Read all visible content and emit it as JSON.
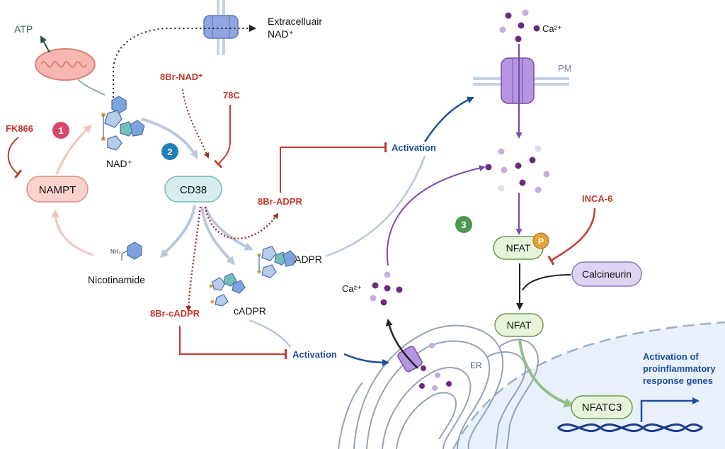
{
  "labels": {
    "atp": "ATP",
    "extracellular_line1": "Extracelluair",
    "extracellular_line2": "NAD⁺",
    "ca_top": "Ca²⁺",
    "pm": "PM",
    "inhib_8br_nad": "8Br-NAD⁺",
    "inhib_78c": "78C",
    "fk866": "FK866",
    "nad": "NAD⁺",
    "nampt": "NAMPT",
    "cd38": "CD38",
    "inhib_8br_adpr": "8Br-ADPR",
    "activation_top": "Activation",
    "inca6": "INCA-6",
    "nicotinamide": "Nicotinamide",
    "nh2": "NH₂",
    "adpr": "ADPR",
    "ca_left": "Ca²⁺",
    "nfat_p": "NFAT",
    "phospho": "P",
    "calcineurin": "Calcineurin",
    "inhib_8br_cadpr": "8Br-cADPR",
    "cadpr": "cADPR",
    "activation_bottom": "Activation",
    "er": "ER",
    "nfat": "NFAT",
    "nfatc3": "NFATC3",
    "genes_line1": "Activation of",
    "genes_line2": "proinflammatory",
    "genes_line3": "response genes"
  },
  "steps": {
    "one": "1",
    "two": "2",
    "three": "3"
  },
  "colors": {
    "inhibitor_red": "#c23a2e",
    "activation_blue": "#1f4e9e",
    "step1": "#d9476a",
    "step2": "#1f7fb6",
    "step3": "#4b9a4f",
    "calcium_purple": "#6a2c7e",
    "nfat_green": "#e6f5da",
    "cd38_teal": "#d6eeee",
    "nampt_pink": "#fbd2cc",
    "calcineurin_lilac": "#dcd4f2",
    "nucleus": "#e8f0fa"
  }
}
